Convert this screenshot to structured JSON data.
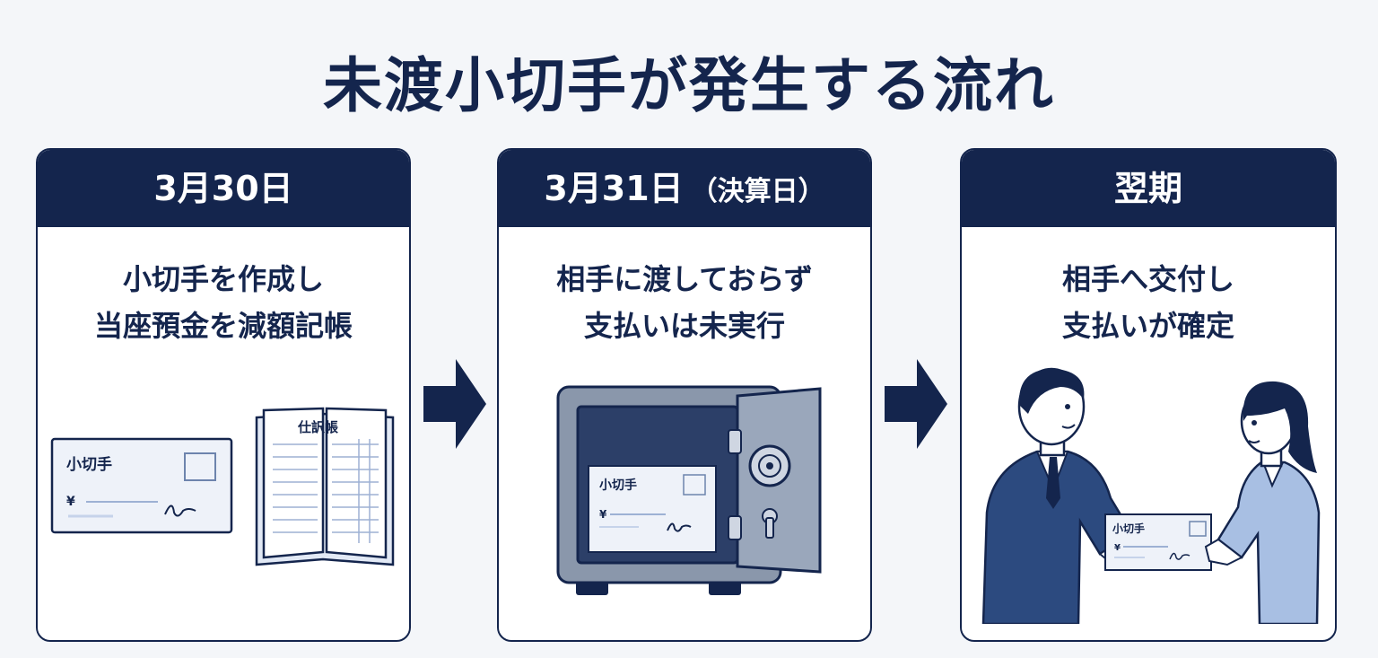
{
  "title": "未渡小切手が発生する流れ",
  "steps": [
    {
      "date": "3月30日",
      "date_note": "",
      "lines": [
        "小切手を作成し",
        "当座預金を減額記帳"
      ],
      "check_label": "小切手",
      "yen": "¥",
      "journal_label": "仕訳帳"
    },
    {
      "date": "3月31日",
      "date_note": "（決算日）",
      "lines": [
        "相手に渡しておらず",
        "支払いは未実行"
      ],
      "check_label": "小切手",
      "yen": "¥"
    },
    {
      "date": "翌期",
      "date_note": "",
      "lines": [
        "相手へ交付し",
        "支払いが確定"
      ],
      "check_label": "小切手",
      "yen": "¥"
    }
  ],
  "colors": {
    "navy": "#14254d",
    "light_blue": "#a8bfe3",
    "suit_blue": "#2c4a7f",
    "safe_gray": "#8a97ab"
  },
  "icons": [
    "arrow-right-icon",
    "check-icon",
    "journal-book-icon",
    "safe-icon",
    "businessman-icon",
    "businesswoman-icon"
  ]
}
